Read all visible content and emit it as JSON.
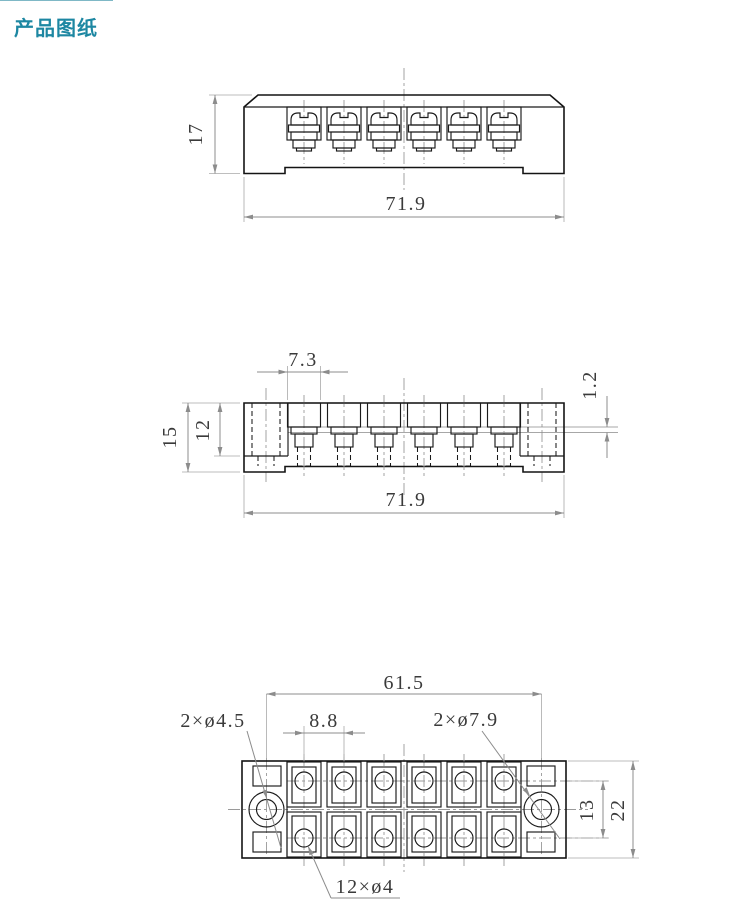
{
  "page": {
    "title": "产品图纸"
  },
  "colors": {
    "accent": "#1d87a2",
    "object_line": "#141414",
    "dim_line": "#8c8c8c",
    "dim_text": "#3a3a3a",
    "background": "#ffffff"
  },
  "views": {
    "front": {
      "dim_height": "17",
      "dim_width": "71.9"
    },
    "section": {
      "dim_slot_width": "7.3",
      "dim_rib": "1.2",
      "dim_height_overall": "15",
      "dim_height_step": "12",
      "dim_width": "71.9"
    },
    "plan": {
      "dim_mount_span": "61.5",
      "dim_pitch": "8.8",
      "dim_row_span": "13",
      "dim_depth": "22",
      "label_mount_hole": "2×ø4.5",
      "label_counterbore": "2×ø7.9",
      "label_screw_holes": "12×ø4"
    }
  }
}
